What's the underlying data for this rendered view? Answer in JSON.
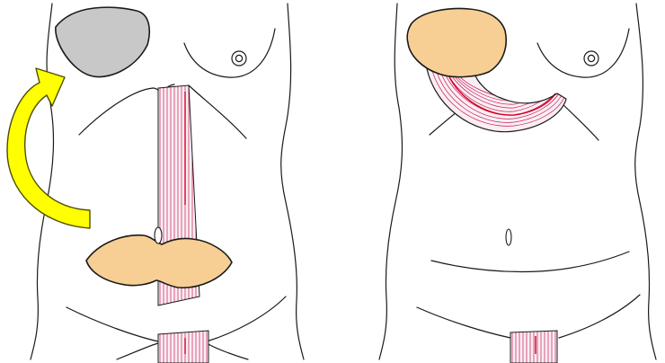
{
  "figure": {
    "colors": {
      "outline": "#1a1a1a",
      "flap_skin": "#f7cf94",
      "defect": "#c8c8c8",
      "muscle_fill": "#fbeef2",
      "muscle_stripe": "#c2185b",
      "vessel": "#d0021b",
      "arrow_fill": "#ffff00",
      "arrow_stroke": "#4d4d00",
      "background": "#ffffff"
    },
    "panels": [
      {
        "id": "preoperative-design",
        "elements": [
          "torso-outline",
          "breast-defect",
          "transfer-arrow",
          "rectus-muscle-strip",
          "skin-island",
          "umbilicus",
          "pubic-muscle-stub"
        ]
      },
      {
        "id": "flap-transferred",
        "elements": [
          "torso-outline",
          "transferred-skin-island",
          "rotated-muscle-pedicle",
          "umbilicus",
          "abdominal-closure-line",
          "pubic-muscle-stub"
        ]
      }
    ]
  }
}
